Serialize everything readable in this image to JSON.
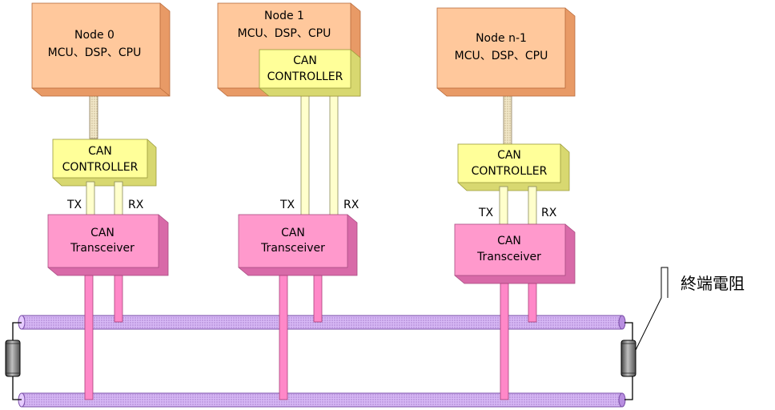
{
  "nodes": [
    {
      "title": "Node 0",
      "subtitle": "MCU、DSP、CPU"
    },
    {
      "title": "Node 1",
      "subtitle": "MCU、DSP、CPU"
    },
    {
      "title": "Node n-1",
      "subtitle": "MCU、DSP、CPU"
    }
  ],
  "controller": {
    "line1": "CAN",
    "line2": "CONTROLLER"
  },
  "transceiver": {
    "line1": "CAN",
    "line2": "Transceiver"
  },
  "signals": {
    "tx": "TX",
    "rx": "RX"
  },
  "terminator_label": "終端電阻",
  "colors": {
    "node_box": "#ffc89c",
    "controller_box": "#ffff99",
    "transceiver_box": "#ff99cc",
    "bus": "#cc99ff",
    "wire_beige": "#ffffcc",
    "wire_pink": "#ff88c8",
    "resistor": "#808080"
  }
}
